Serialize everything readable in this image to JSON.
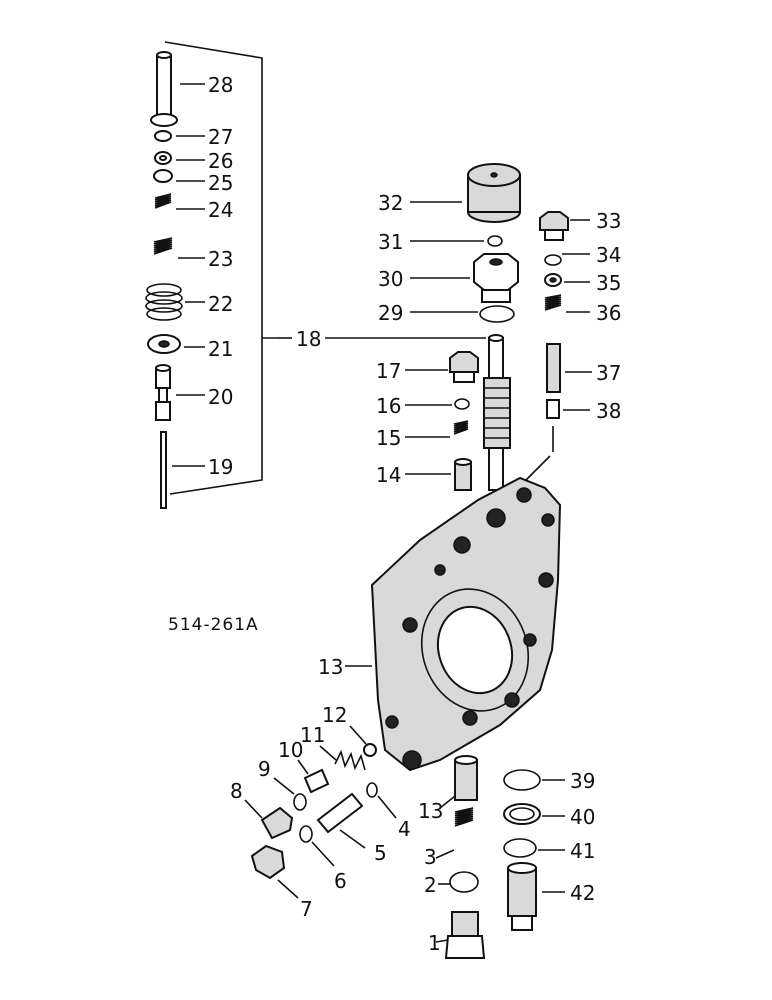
{
  "reference_number": "514-261A",
  "labels": {
    "n1": "1",
    "n2": "2",
    "n3": "3",
    "n4": "4",
    "n5": "5",
    "n6": "6",
    "n7": "7",
    "n8": "8",
    "n9": "9",
    "n10": "10",
    "n11": "11",
    "n12": "12",
    "n13a": "13",
    "n13b": "13",
    "n14": "14",
    "n15": "15",
    "n16": "16",
    "n17": "17",
    "n18": "18",
    "n19": "19",
    "n20": "20",
    "n21": "21",
    "n22": "22",
    "n23": "23",
    "n24": "24",
    "n25": "25",
    "n26": "26",
    "n27": "27",
    "n28": "28",
    "n29": "29",
    "n30": "30",
    "n31": "31",
    "n32": "32",
    "n33": "33",
    "n34": "34",
    "n35": "35",
    "n36": "36",
    "n37": "37",
    "n38": "38",
    "n39": "39",
    "n40": "40",
    "n41": "41",
    "n42": "42"
  }
}
